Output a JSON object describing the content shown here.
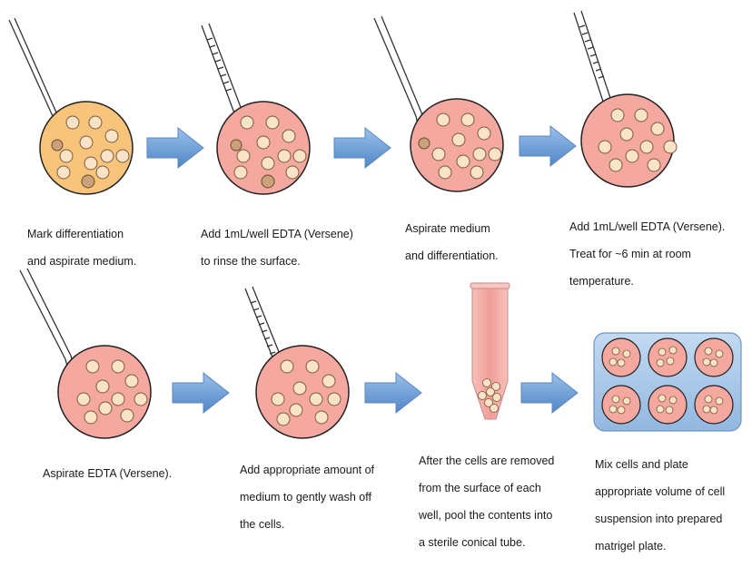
{
  "steps": [
    {
      "lines": [
        "Mark differentiation",
        "and aspirate medium."
      ]
    },
    {
      "lines": [
        "Add 1mL/well EDTA (Versene)",
        "to rinse the surface."
      ]
    },
    {
      "lines": [
        "Aspirate medium",
        " and  differentiation."
      ]
    },
    {
      "lines": [
        "Add 1mL/well EDTA (Versene).",
        "Treat for ~6 min at room",
        "temperature."
      ]
    },
    {
      "lines": [
        "Aspirate EDTA (Versene)."
      ]
    },
    {
      "lines": [
        "Add appropriate amount of",
        "medium  to gently wash off",
        "the cells."
      ]
    },
    {
      "lines": [
        "After the cells are removed",
        "from the surface of each",
        "well, pool the contents into",
        "a sterile conical tube."
      ]
    },
    {
      "lines": [
        "Mix cells and plate",
        "appropriate volume of cell",
        "suspension into prepared",
        "matrigel plate."
      ]
    }
  ],
  "colors": {
    "medium_dish": "#f8c47c",
    "edta_dish": "#f4a8a0",
    "colony_fill": "#fbe3c8",
    "differentiated_fill": "#c9a27c",
    "arrow": "#6f9fd6",
    "tube_fill": "#f2a3a0",
    "plate_bg": "#a9c9ea",
    "outline": "#222222"
  },
  "icons": [
    "pipette-icon",
    "serological-pipette-icon",
    "culture-dish-icon",
    "process-arrow-icon",
    "conical-tube-icon",
    "six-well-plate-icon"
  ]
}
